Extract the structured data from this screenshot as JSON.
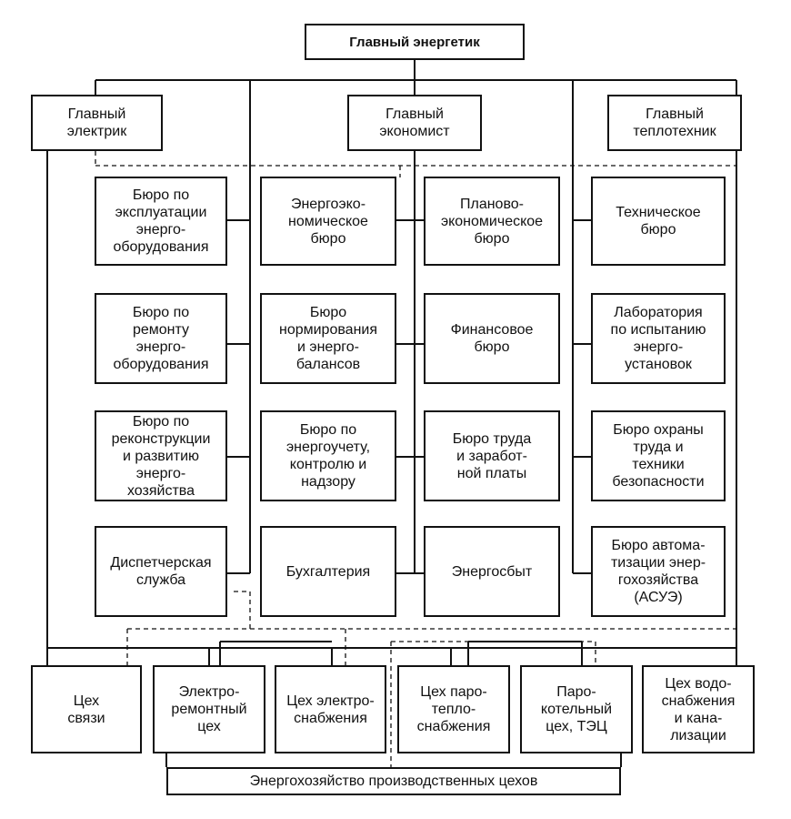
{
  "top": {
    "chief_energy": "Главный энергетик"
  },
  "managers": {
    "electric": "Главный\nэлектрик",
    "economist": "Главный\nэкономист",
    "heat": "Главный\nтеплотехник"
  },
  "col1": {
    "b1": "Бюро по\nэксплуатации\nэнерго-\nоборудования",
    "b2": "Бюро по\nремонту\nэнерго-\nоборудования",
    "b3": "Бюро по\nреконструкции\nи развитию\nэнерго-\nхозяйства",
    "b4": "Диспетчерская\nслужба"
  },
  "col2": {
    "b1": "Энергоэко-\nномическое\nбюро",
    "b2": "Бюро\nнормирования\nи энерго-\nбалансов",
    "b3": "Бюро по\nэнергоучету,\nконтролю и\nнадзору",
    "b4": "Бухгалтерия"
  },
  "col3": {
    "b1": "Планово-\nэкономическое\nбюро",
    "b2": "Финансовое\nбюро",
    "b3": "Бюро труда\nи заработ-\nной платы",
    "b4": "Энергосбыт"
  },
  "col4": {
    "b1": "Техническое\nбюро",
    "b2": "Лаборатория\nпо испытанию\nэнерго-\nустановок",
    "b3": "Бюро охраны\nтруда и\nтехники\nбезопасности",
    "b4": "Бюро автома-\nтизации энер-\nгохозяйства\n(АСУЭ)"
  },
  "shops": {
    "s1": "Цех\nсвязи",
    "s2": "Электро-\nремонтный\nцех",
    "s3": "Цех электро-\nснабжения",
    "s4": "Цех паро-\nтепло-\nснабжения",
    "s5": "Паро-\nкотельный\nцех, ТЭЦ",
    "s6": "Цех водо-\nснабжения\nи кана-\nлизации"
  },
  "footer": {
    "label": "Энергохозяйство производственных цехов"
  }
}
